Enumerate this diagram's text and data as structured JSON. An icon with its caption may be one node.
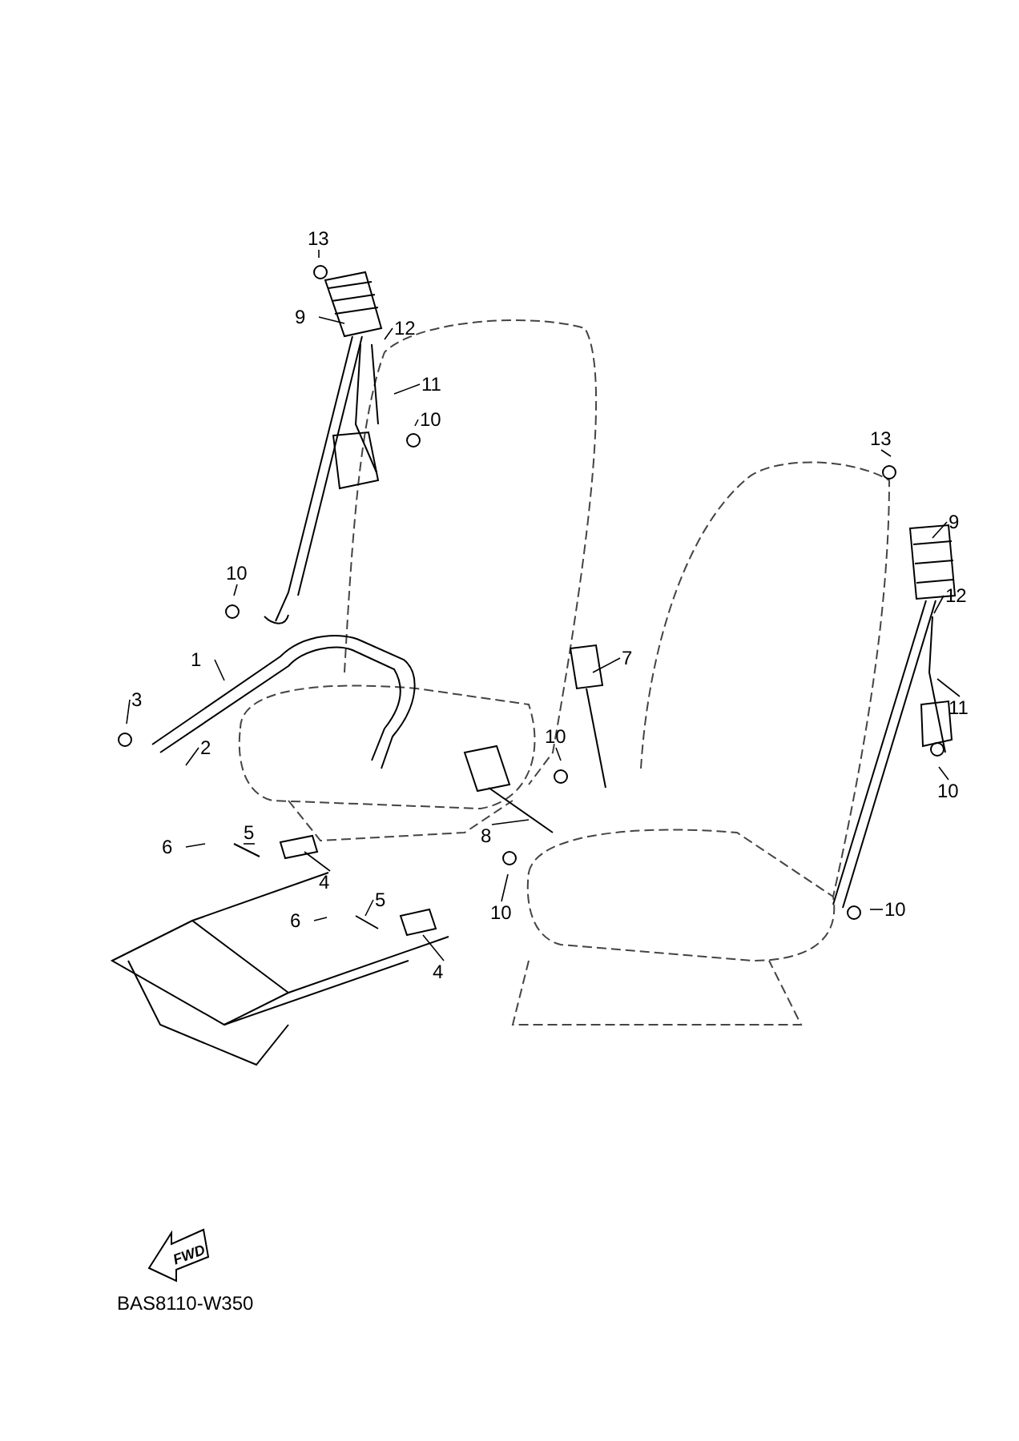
{
  "diagram": {
    "nodes": [
      {
        "text": [
          "13"
        ]
      },
      {
        "text": [
          "9"
        ]
      },
      {
        "text": [
          "12"
        ]
      },
      {
        "text": [
          "11"
        ]
      },
      {
        "text": [
          "10"
        ]
      },
      {
        "text": [
          "13"
        ]
      },
      {
        "text": [
          "9"
        ]
      },
      {
        "text": [
          "10"
        ]
      },
      {
        "text": [
          "12"
        ]
      },
      {
        "text": [
          "1"
        ]
      },
      {
        "text": [
          "7"
        ]
      },
      {
        "text": [
          "3"
        ]
      },
      {
        "text": [
          "11"
        ]
      },
      {
        "text": [
          "10"
        ]
      },
      {
        "text": [
          "2"
        ]
      },
      {
        "text": [
          "10"
        ]
      },
      {
        "text": [
          "5"
        ]
      },
      {
        "text": [
          "6"
        ]
      },
      {
        "text": [
          "8"
        ]
      },
      {
        "text": [
          "4"
        ]
      },
      {
        "text": [
          "5"
        ]
      },
      {
        "text": [
          "10"
        ]
      },
      {
        "text": [
          "10"
        ]
      },
      {
        "text": [
          "6"
        ]
      },
      {
        "text": [
          "4"
        ]
      }
    ],
    "edges": [
      {
        "from": 0,
        "to": null,
        "arrow": "none"
      },
      {
        "from": 1,
        "to": null,
        "arrow": "none"
      },
      {
        "from": 2,
        "to": null,
        "arrow": "none"
      },
      {
        "from": 3,
        "to": null,
        "arrow": "none"
      },
      {
        "from": 4,
        "to": null,
        "arrow": "none"
      },
      {
        "from": 5,
        "to": null,
        "arrow": "none"
      },
      {
        "from": 6,
        "to": null,
        "arrow": "none"
      },
      {
        "from": 7,
        "to": null,
        "arrow": "none"
      },
      {
        "from": 8,
        "to": null,
        "arrow": "none"
      },
      {
        "from": 9,
        "to": null,
        "arrow": "none"
      },
      {
        "from": 10,
        "to": null,
        "arrow": "none"
      },
      {
        "from": 11,
        "to": null,
        "arrow": "none"
      },
      {
        "from": 12,
        "to": null,
        "arrow": "none"
      },
      {
        "from": 13,
        "to": null,
        "arrow": "none"
      },
      {
        "from": 14,
        "to": null,
        "arrow": "none"
      },
      {
        "from": 15,
        "to": null,
        "arrow": "none"
      },
      {
        "from": 16,
        "to": null,
        "arrow": "none"
      },
      {
        "from": 17,
        "to": null,
        "arrow": "none"
      },
      {
        "from": 18,
        "to": null,
        "arrow": "none"
      },
      {
        "from": 19,
        "to": null,
        "arrow": "none"
      },
      {
        "from": 20,
        "to": null,
        "arrow": "none"
      },
      {
        "from": 21,
        "to": null,
        "arrow": "none"
      },
      {
        "from": 22,
        "to": null,
        "arrow": "none"
      },
      {
        "from": 23,
        "to": null,
        "arrow": "none"
      },
      {
        "from": 24,
        "to": null,
        "arrow": "none"
      }
    ],
    "labels": [
      "FWD",
      "BAS8110-W350"
    ]
  }
}
